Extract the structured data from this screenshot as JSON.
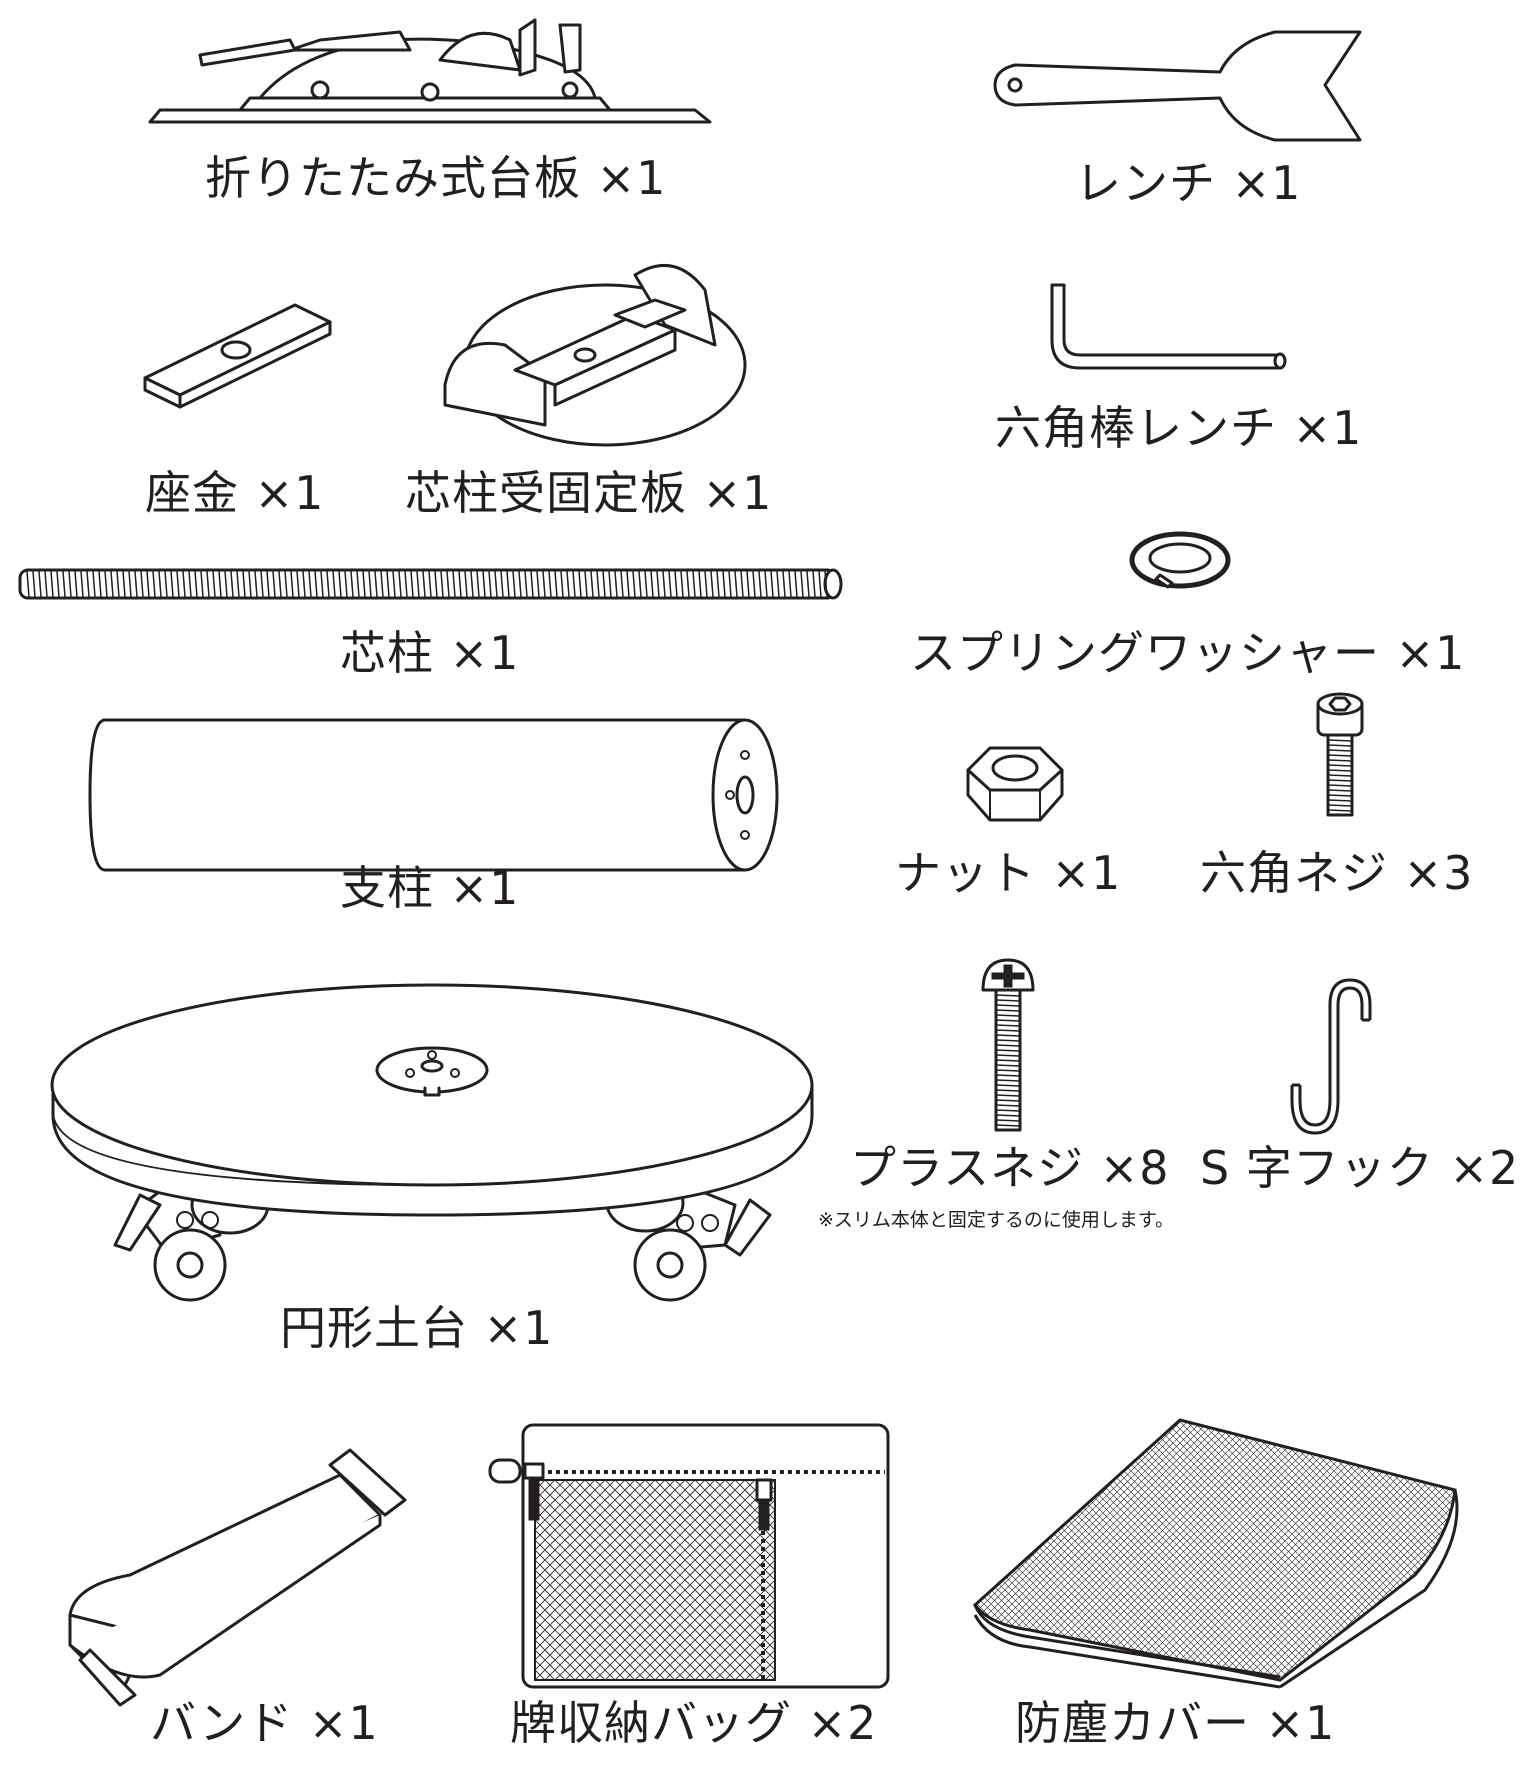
{
  "parts": {
    "folding_base_plate": {
      "label": "折りたたみ式台板 ×1",
      "icon": "folding-base-plate-icon"
    },
    "wrench": {
      "label": "レンチ ×1",
      "icon": "wrench-icon"
    },
    "washer": {
      "label": "座金 ×1",
      "icon": "washer-plate-icon"
    },
    "core_pole_fixing_plate": {
      "label": "芯柱受固定板 ×1",
      "icon": "core-pole-fixing-plate-icon"
    },
    "hex_key": {
      "label": "六角棒レンチ ×1",
      "icon": "hex-key-icon"
    },
    "core_pole": {
      "label": "芯柱 ×1",
      "icon": "threaded-rod-icon"
    },
    "spring_washer": {
      "label": "スプリングワッシャー ×1",
      "icon": "spring-washer-icon"
    },
    "support_pole": {
      "label": "支柱 ×1",
      "icon": "support-pole-icon"
    },
    "nut": {
      "label": "ナット ×1",
      "icon": "hex-nut-icon"
    },
    "hex_bolt": {
      "label": "六角ネジ ×3",
      "icon": "hex-socket-bolt-icon"
    },
    "phillips_screw": {
      "label": "プラスネジ ×8",
      "icon": "phillips-screw-icon"
    },
    "s_hook": {
      "label": "S 字フック ×2",
      "icon": "s-hook-icon"
    },
    "round_base": {
      "label": "円形土台 ×1",
      "icon": "round-base-with-casters-icon"
    },
    "band": {
      "label": "バンド ×1",
      "icon": "band-strap-icon"
    },
    "storage_bag": {
      "label": "牌収納バッグ ×2",
      "icon": "zipper-mesh-bag-icon"
    },
    "dust_cover": {
      "label": "防塵カバー ×1",
      "icon": "folded-dust-cover-icon"
    }
  },
  "note": "※スリム本体と固定するのに使用します。"
}
